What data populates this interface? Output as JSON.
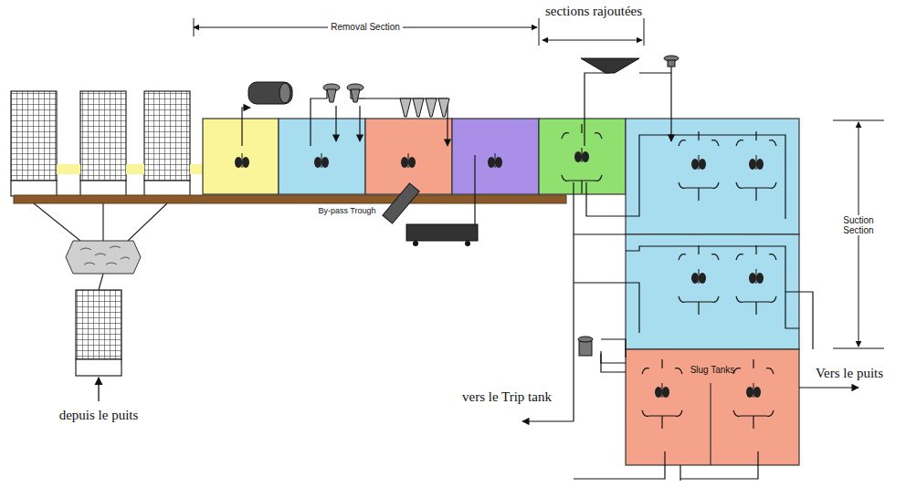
{
  "diagram": {
    "nodes": [
      {
        "text": [
          "Slug Tanks"
        ]
      }
    ],
    "labels": [
      "Removal Section",
      "sections rajoutées",
      "Suction Section",
      "By-pass Trough",
      "vers le Trip tank",
      "Vers le puits",
      "depuis le puits"
    ]
  }
}
